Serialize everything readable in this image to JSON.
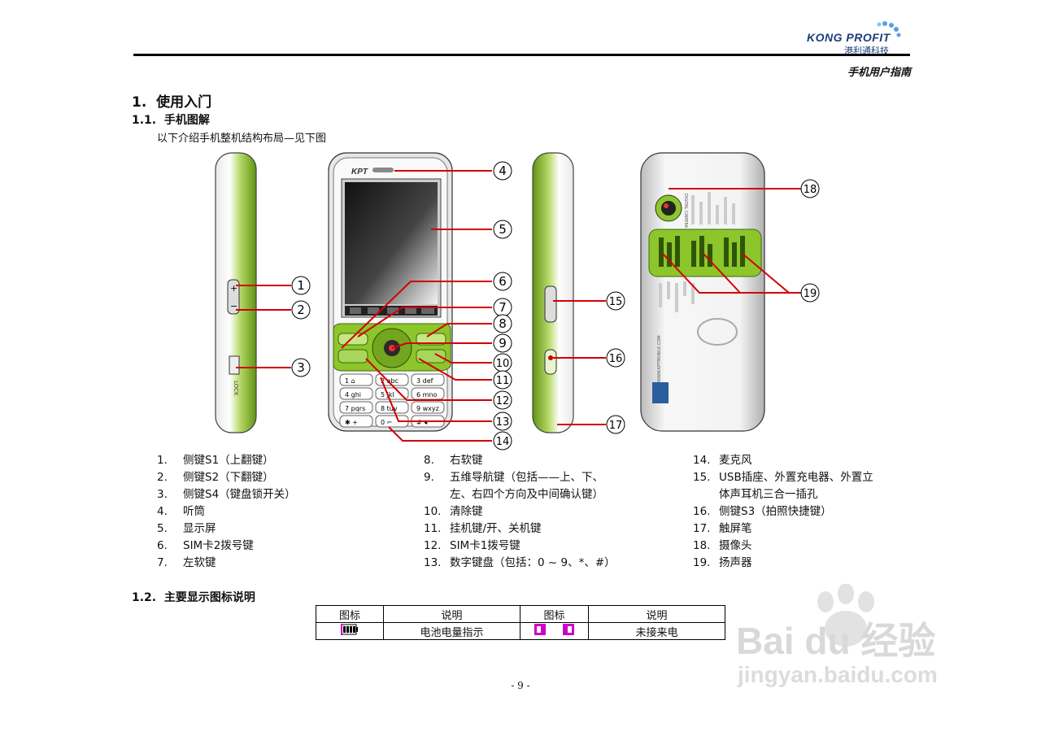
{
  "header": {
    "brand_name": "KONG PROFIT",
    "brand_chinese": "港利通科技",
    "guide_title": "手机用户指南"
  },
  "section1": {
    "number": "1.",
    "title": "使用入门"
  },
  "section1_1": {
    "number": "1.1.",
    "title": "手机图解",
    "intro": "以下介绍手机整机结构布局—见下图"
  },
  "figure": {
    "device_brand": "KPT",
    "side_label": "LOCK",
    "back_label": "DIGITAL CAMERA",
    "back_url": "WWW.KPTMOBILE.COM",
    "callouts": [
      "1",
      "2",
      "3",
      "4",
      "5",
      "6",
      "7",
      "8",
      "9",
      "10",
      "11",
      "12",
      "13",
      "14",
      "15",
      "16",
      "17",
      "18",
      "19"
    ],
    "keypad": [
      [
        "1 ⌂",
        "2 abc",
        "3 def"
      ],
      [
        "4 ghi",
        "5 jkl",
        "6 mno"
      ],
      [
        "7 pqrs",
        "8 tuv",
        "9 wxyz"
      ],
      [
        "✱ +",
        "0 ⌐",
        "# ◂"
      ]
    ]
  },
  "parts_col1": [
    {
      "num": "1.",
      "text": "侧键S1（上翻键）"
    },
    {
      "num": "2.",
      "text": "侧键S2（下翻键）"
    },
    {
      "num": "3.",
      "text": "侧键S4（键盘锁开关）"
    },
    {
      "num": "4.",
      "text": "听筒"
    },
    {
      "num": "5.",
      "text": "显示屏"
    },
    {
      "num": "6.",
      "text": "SIM卡2拨号键"
    },
    {
      "num": "7.",
      "text": "左软键"
    }
  ],
  "parts_col2": [
    {
      "num": "8.",
      "text": "右软键"
    },
    {
      "num": "9.",
      "text": "五维导航键（包括——上、下、",
      "cont": "左、右四个方向及中间确认键）"
    },
    {
      "num": "10.",
      "text": "清除键"
    },
    {
      "num": "11.",
      "text": "挂机键/开、关机键"
    },
    {
      "num": "12.",
      "text": "SIM卡1拨号键"
    },
    {
      "num": "13.",
      "text": "数字键盘（包括：0 ~ 9、*、#）"
    }
  ],
  "parts_col3": [
    {
      "num": "14.",
      "text": "麦克风"
    },
    {
      "num": "15.",
      "text": "USB插座、外置充电器、外置立",
      "cont": "体声耳机三合一插孔"
    },
    {
      "num": "16.",
      "text": "侧键S3（拍照快捷键）"
    },
    {
      "num": "17.",
      "text": "触屏笔"
    },
    {
      "num": "18.",
      "text": "摄像头"
    },
    {
      "num": "19.",
      "text": "扬声器"
    }
  ],
  "section1_2": {
    "number": "1.2.",
    "title": "主要显示图标说明"
  },
  "icon_table": {
    "headers": [
      "图标",
      "说明",
      "图标",
      "说明"
    ],
    "rows": [
      {
        "desc1": "电池电量指示",
        "desc2": "未接来电"
      }
    ]
  },
  "page_number": "- 9 -",
  "watermark": {
    "main": "Bai du 经验",
    "url": "jingyan.baidu.com"
  },
  "colors": {
    "phone_green": "#7ab317",
    "icon_magenta": "#cc00cc",
    "brand_blue": "#1a3d7a"
  }
}
